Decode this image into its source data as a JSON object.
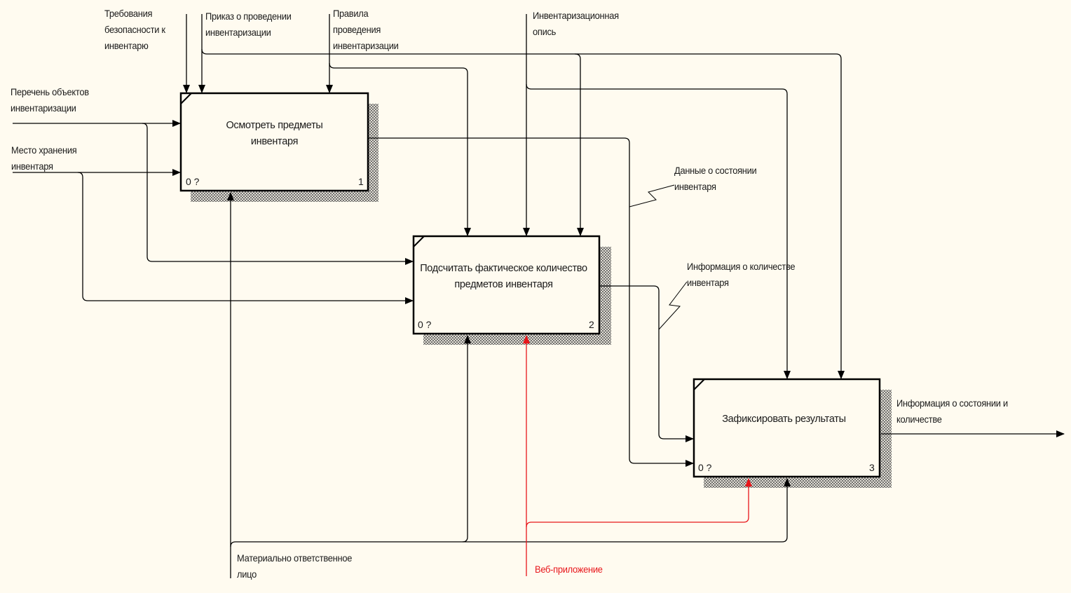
{
  "diagram": {
    "type": "IDEF0",
    "colors": {
      "background": "#fffbf0",
      "line": "#000000",
      "highlight": "#e8161b"
    },
    "activities": [
      {
        "id": 1,
        "title": "Осмотреть предметы\nинвентаря",
        "number": "1",
        "cost": "0 ?"
      },
      {
        "id": 2,
        "title": "Подсчитать фактическое количество\nпредметов инвентаря",
        "number": "2",
        "cost": "0 ?"
      },
      {
        "id": 3,
        "title": "Зафиксировать результаты",
        "number": "3",
        "cost": "0 ?"
      }
    ],
    "arrows": {
      "controls": [
        {
          "label": "Требования\nбезопасности к\nинвентарю",
          "to": [
            1
          ]
        },
        {
          "label": "Приказ о проведении\nинвентаризации",
          "to": [
            1,
            2,
            3
          ]
        },
        {
          "label": "Правила\nпроведения\nинвентаризации",
          "to": [
            1,
            2
          ]
        },
        {
          "label": "Инвентаризационная\nопись",
          "to": [
            2,
            3
          ]
        }
      ],
      "inputs": [
        {
          "label": "Перечень объектов\nинвентаризации",
          "to": [
            1,
            2
          ]
        },
        {
          "label": "Место хранения\nинвентаря",
          "to": [
            1,
            2
          ]
        }
      ],
      "internal": [
        {
          "label": "Данные о состоянии\nинвентаря",
          "from": 1,
          "to": 3
        },
        {
          "label": "Информация о количестве\nинвентаря",
          "from": 2,
          "to": 3
        }
      ],
      "outputs": [
        {
          "label": "Информация о состоянии и\nколичестве",
          "from": 3
        }
      ],
      "mechanisms": [
        {
          "label": "Материально ответственное\nлицо",
          "to": [
            1,
            2,
            3
          ]
        },
        {
          "label": "Веб-приложение",
          "to": [
            2,
            3
          ],
          "highlighted": true
        }
      ]
    }
  }
}
